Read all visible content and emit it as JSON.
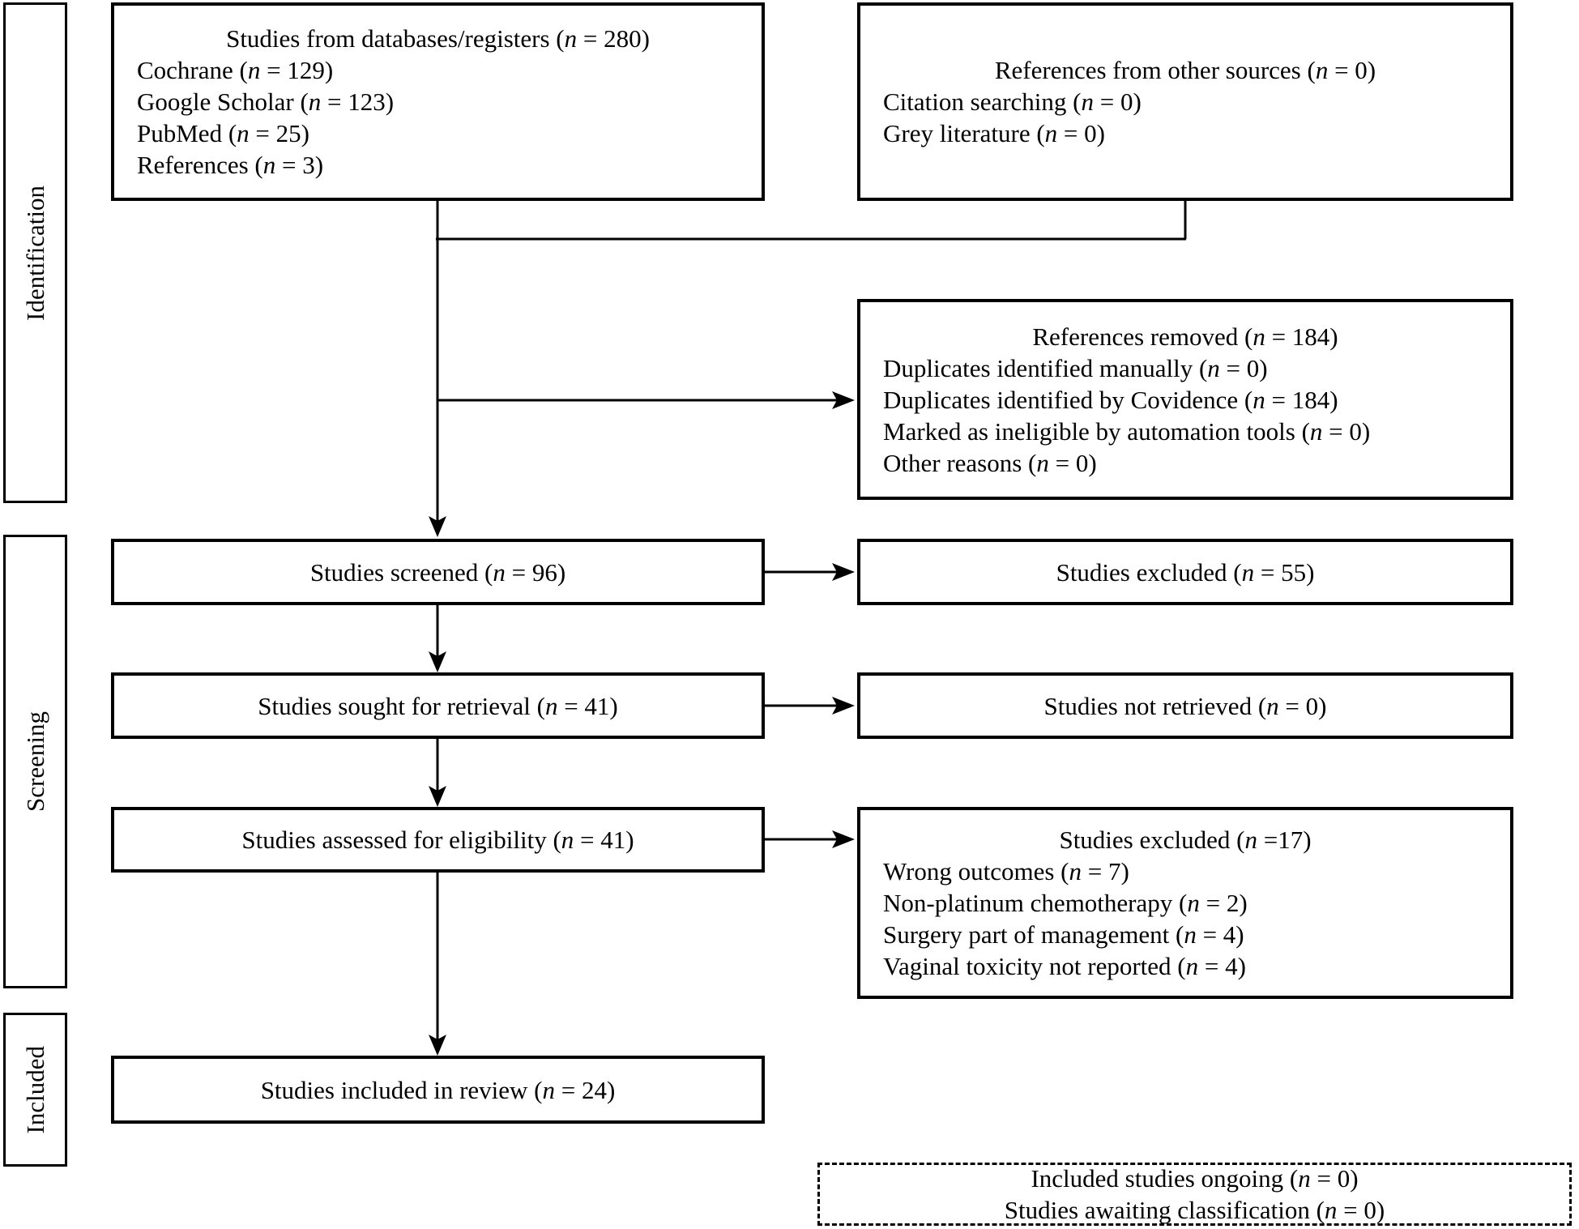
{
  "diagram": {
    "kind": "PRISMA flow diagram",
    "colors": {
      "background": "#ffffff",
      "border": "#000000",
      "text": "#000000"
    },
    "stage_labels": [
      {
        "label": "Identification"
      },
      {
        "label": "Screening"
      },
      {
        "label": "Included"
      }
    ],
    "boxes": {
      "databases": {
        "title": "Studies from databases/registers (n = 280)",
        "items": [
          "Cochrane (n = 129)",
          "Google Scholar (n = 123)",
          "PubMed (n = 25)",
          "References (n = 3)"
        ]
      },
      "other_sources": {
        "title": "References from other sources (n = 0)",
        "items": [
          "Citation searching (n = 0)",
          "Grey literature (n = 0)"
        ]
      },
      "references_removed": {
        "title": "References removed (n = 184)",
        "items": [
          "Duplicates identified manually (n = 0)",
          "Duplicates identified by Covidence (n = 184)",
          "Marked as ineligible by automation tools (n = 0)",
          "Other reasons (n = 0)"
        ]
      },
      "screened": {
        "title": "Studies screened (n = 96)"
      },
      "excluded_screening": {
        "title": "Studies excluded (n = 55)"
      },
      "sought": {
        "title": "Studies sought for retrieval (n = 41)"
      },
      "not_retrieved": {
        "title": "Studies not retrieved (n = 0)"
      },
      "assessed": {
        "title": "Studies assessed for eligibility (n = 41)"
      },
      "excluded_eligibility": {
        "title": "Studies excluded (n =17)",
        "items": [
          "Wrong outcomes (n = 7)",
          "Non-platinum chemotherapy (n = 2)",
          "Surgery part of management (n = 4)",
          "Vaginal toxicity not reported (n = 4)"
        ]
      },
      "included_review": {
        "title": "Studies included in review (n = 24)"
      },
      "ongoing_awaiting": {
        "lines": [
          "Included studies ongoing (n = 0)",
          "Studies awaiting classification (n = 0)"
        ]
      }
    }
  }
}
